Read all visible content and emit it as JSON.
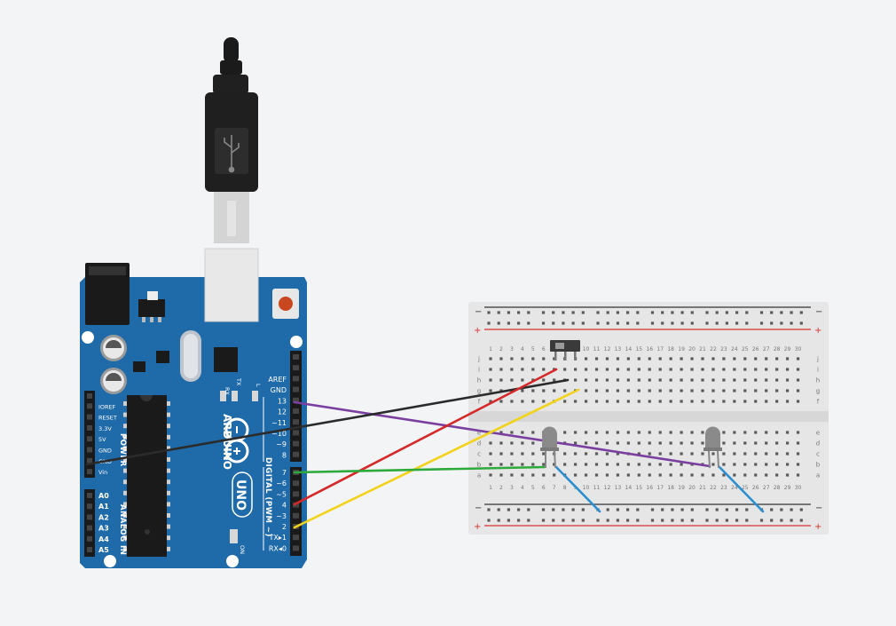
{
  "colors": {
    "background": "#f3f4f6",
    "board": "#1f6aa8",
    "board_dark": "#175790",
    "breadboard": "#e6e6e6",
    "rail_red": "#d9302c",
    "rail_black": "#333333",
    "wire_purple": "#7b3fa0",
    "wire_black": "#2b2b2b",
    "wire_red": "#d62828",
    "wire_yellow": "#f2d21a",
    "wire_green": "#2eaa3c",
    "wire_blue": "#2a8fd1",
    "led_body": "#8a8a8a"
  },
  "arduino": {
    "brand": "ARDUINO",
    "model": "UNO",
    "tx_label": "TX",
    "rx_label": "RX",
    "l_label": "L",
    "on_label": "ON",
    "power_header_label": "POWER",
    "analog_header_label": "ANALOG IN",
    "digital_header_label": "DIGITAL (PWM ~)",
    "power_pins": [
      "IOREF",
      "RESET",
      "3.3V",
      "5V",
      "GND",
      "GND",
      "Vin"
    ],
    "analog_pins": [
      "A0",
      "A1",
      "A2",
      "A3",
      "A4",
      "A5"
    ],
    "top_header_pins": [
      "AREF",
      "GND",
      "13",
      "12",
      "~11",
      "~10",
      "~9",
      "8"
    ],
    "bottom_header_pins": [
      "7",
      "~6",
      "~5",
      "4",
      "~3",
      "2",
      "TX▸1",
      "RX◂0"
    ]
  },
  "usb_cable": {
    "icon": "usb-icon"
  },
  "breadboard": {
    "columns": 30,
    "top_row_letters": [
      "j",
      "i",
      "h",
      "g",
      "f"
    ],
    "bottom_row_letters": [
      "e",
      "d",
      "c",
      "b",
      "a"
    ],
    "rail_minus": "−",
    "rail_plus": "+"
  },
  "components": {
    "slide_switch": {
      "name": "slide switch"
    },
    "leds": [
      {
        "name": "LED 1"
      },
      {
        "name": "LED 2"
      }
    ]
  },
  "wires": [
    {
      "name": "wire-purple",
      "color": "#7b3fa0",
      "from": "pin 13"
    },
    {
      "name": "wire-black",
      "color": "#2b2b2b",
      "from": "GND"
    },
    {
      "name": "wire-red",
      "color": "#d62828",
      "from": "pin 4"
    },
    {
      "name": "wire-yellow",
      "color": "#f2d21a",
      "from": "pin 2"
    },
    {
      "name": "wire-green",
      "color": "#2eaa3c",
      "from": "pin 7"
    },
    {
      "name": "wire-blue-1",
      "color": "#2a8fd1",
      "from": "LED 1"
    },
    {
      "name": "wire-blue-2",
      "color": "#2a8fd1",
      "from": "LED 2"
    }
  ]
}
